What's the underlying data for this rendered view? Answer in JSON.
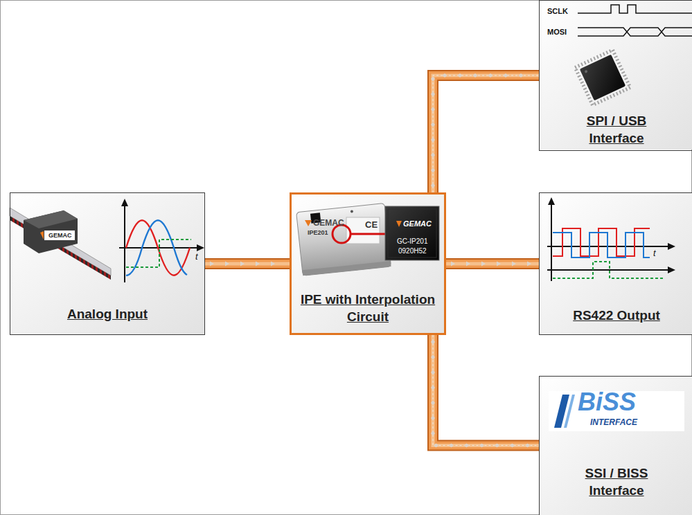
{
  "diagram": {
    "nodes": [
      {
        "text": [
          "Analog Input"
        ]
      },
      {
        "text": [
          "IPE with Interpolation Circuit"
        ]
      },
      {
        "text": [
          "SPI / USB Interface"
        ]
      },
      {
        "text": [
          "RS422 Output"
        ]
      },
      {
        "text": [
          "SSI / BISS Interface"
        ]
      }
    ],
    "edges": [
      {
        "from": 0,
        "to": 1,
        "arrow": "to"
      },
      {
        "from": 1,
        "to": 2,
        "arrow": "both"
      },
      {
        "from": 1,
        "to": 3,
        "arrow": "to"
      },
      {
        "from": 1,
        "to": 4,
        "arrow": "both"
      }
    ],
    "labels": [
      "SCLK",
      "MOSI",
      "GEMAC",
      "t",
      "GEMAC",
      "CE",
      "IPE201",
      "GEMAC",
      "GC-IP201",
      "0920H52",
      "t",
      "BiSS",
      "INTERFACE"
    ]
  }
}
